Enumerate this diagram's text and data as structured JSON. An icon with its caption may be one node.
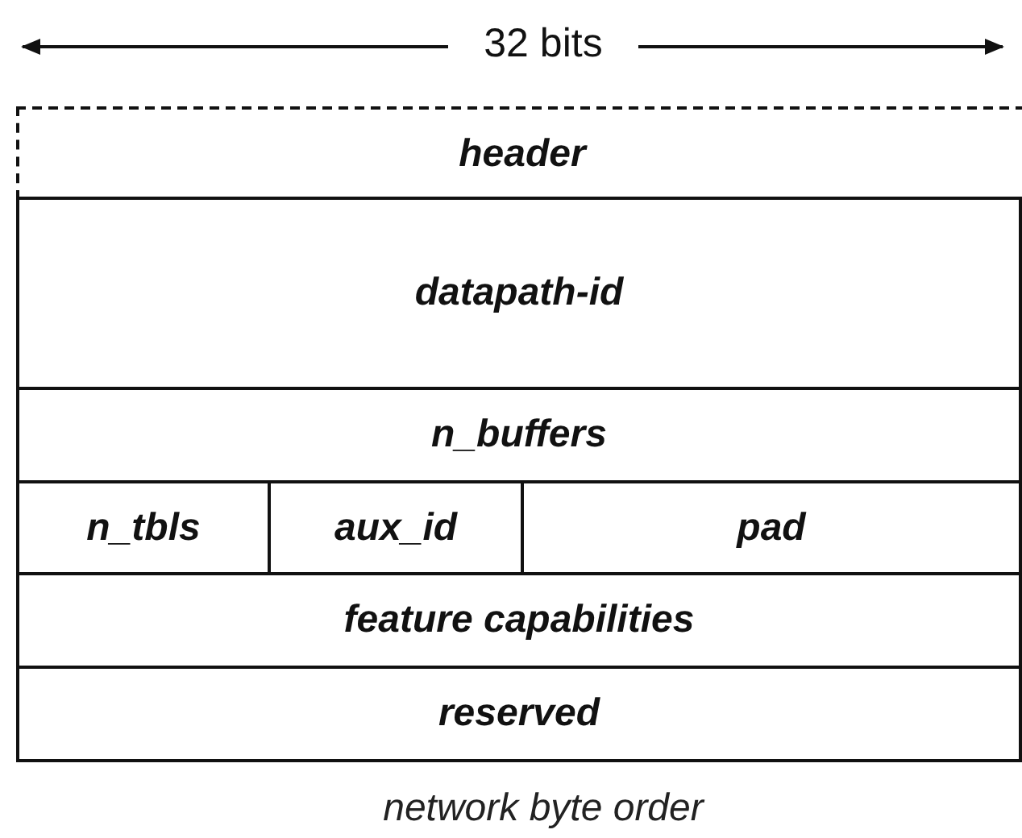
{
  "diagram": {
    "caption": "network byte order",
    "nodes": [
      {
        "text": [
          "header"
        ]
      },
      {
        "text": [
          "datapath-id"
        ]
      },
      {
        "text": [
          "n_buffers"
        ]
      },
      {
        "text": [
          "n_tbls"
        ]
      },
      {
        "text": [
          "aux_id"
        ]
      },
      {
        "text": [
          "pad"
        ]
      },
      {
        "text": [
          "feature capabilities"
        ]
      },
      {
        "text": [
          "reserved"
        ]
      }
    ],
    "labels": [
      "32 bits"
    ]
  }
}
